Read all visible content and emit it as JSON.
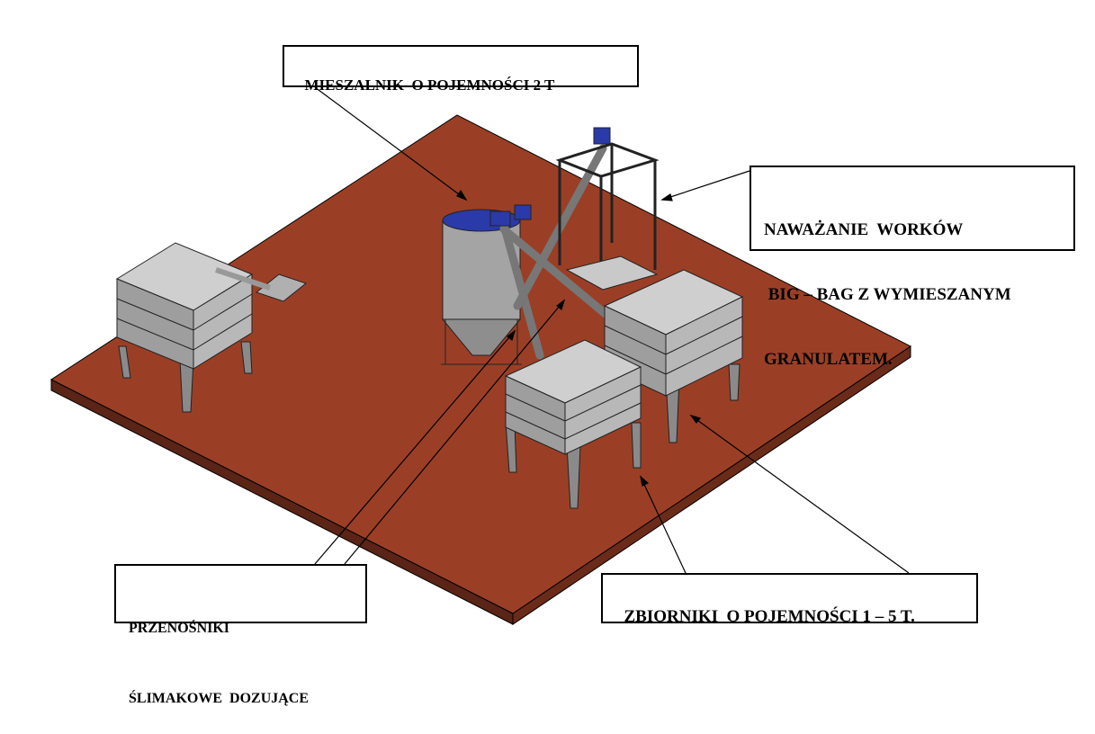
{
  "labels": {
    "mixer": "MIESZALNIK  O POJEMNOŚCI 2 T",
    "bagging_line1": "NAWAŻANIE  WORKÓW",
    "bagging_line2": " BIG – BAG Z WYMIESZANYM",
    "bagging_line3": "GRANULATEM.",
    "conveyors_line1": "PRZENOŚNIKI",
    "conveyors_line2": "ŚLIMAKOWE  DOZUJĄCE",
    "tanks": "ZBIORNIKI  O POJEMNOŚCI 1 – 5 T."
  },
  "colors": {
    "floor": "#9a3f26",
    "floor_edge": "#5a2416",
    "steel": "#a9a9a9",
    "motor": "#2a3aa8"
  }
}
